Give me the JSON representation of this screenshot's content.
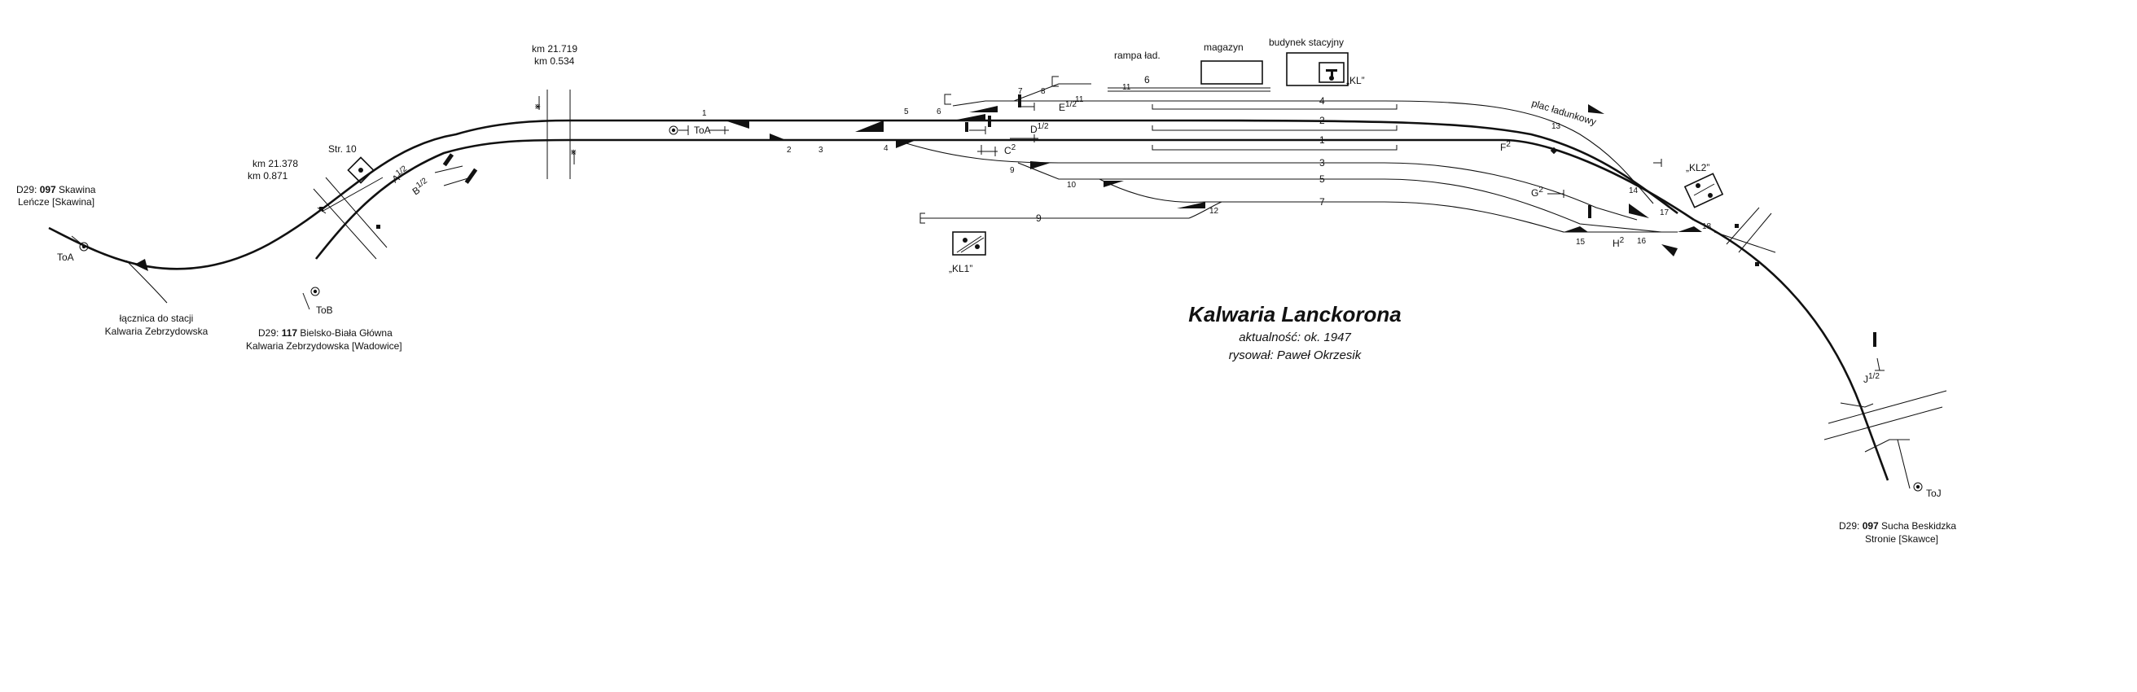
{
  "title": "Kalwaria Lanckorona",
  "subtitle": "aktualność: ok. 1947",
  "author": "rysował: Paweł Okrzesik",
  "lines": {
    "skawina": {
      "prefix": "D29: ",
      "number": "097",
      "name": " Skawina",
      "station": "Leńcze [Skawina]"
    },
    "bielsko": {
      "prefix": "D29: ",
      "number": "117",
      "name": " Bielsko-Biała Główna",
      "station": "Kalwaria Zebrzydowska [Wadowice]"
    },
    "sucha": {
      "prefix": "D29: ",
      "number": "097",
      "name": " Sucha Beskidzka",
      "station": "Stronie [Skawce]"
    },
    "connector": {
      "line1": "łącznica do stacji",
      "line2": "Kalwaria Zebrzydowska"
    }
  },
  "km": {
    "a1": "km 21.378",
    "a2": "km 0.871",
    "b1": "km 21.719",
    "b2": "km 0.534"
  },
  "buildings": {
    "rampa": "rampa ład.",
    "magazyn": "magazyn",
    "budynek": "budynek stacyjny",
    "kl": "„KL”",
    "kl1": "„KL1”",
    "kl2": "„KL2”",
    "str10": "Str. 10",
    "plac": "plac ładunkowy"
  },
  "signals": {
    "toa_left": "ToA",
    "tob": "ToB",
    "toa_mid": "ToA",
    "toj": "ToJ",
    "a": "A",
    "a_sup": "1/2",
    "b": "B",
    "b_sup": "1/2",
    "c": "C",
    "c_sup": "2",
    "d": "D",
    "d_sup": "1/2",
    "e": "E",
    "e_sup": "1/2",
    "f": "F",
    "f_sup": "2",
    "g": "G",
    "g_sup": "2",
    "h": "H",
    "h_sup": "2",
    "j": "J",
    "j_sup": "1/2"
  },
  "tracks": {
    "t1": "1",
    "t2": "2",
    "t3": "3",
    "t4": "4",
    "t5": "5",
    "t6": "6",
    "t7": "7",
    "t9": "9",
    "t11": "11"
  },
  "switches": {
    "s1": "1",
    "s2": "2",
    "s3": "3",
    "s4": "4",
    "s5": "5",
    "s6": "6",
    "s7": "7",
    "s8": "8",
    "s9": "9",
    "s10": "10",
    "s11": "11",
    "s12": "12",
    "s13": "13",
    "s14": "14",
    "s15": "15",
    "s16": "16",
    "s17": "17",
    "s18": "18"
  }
}
